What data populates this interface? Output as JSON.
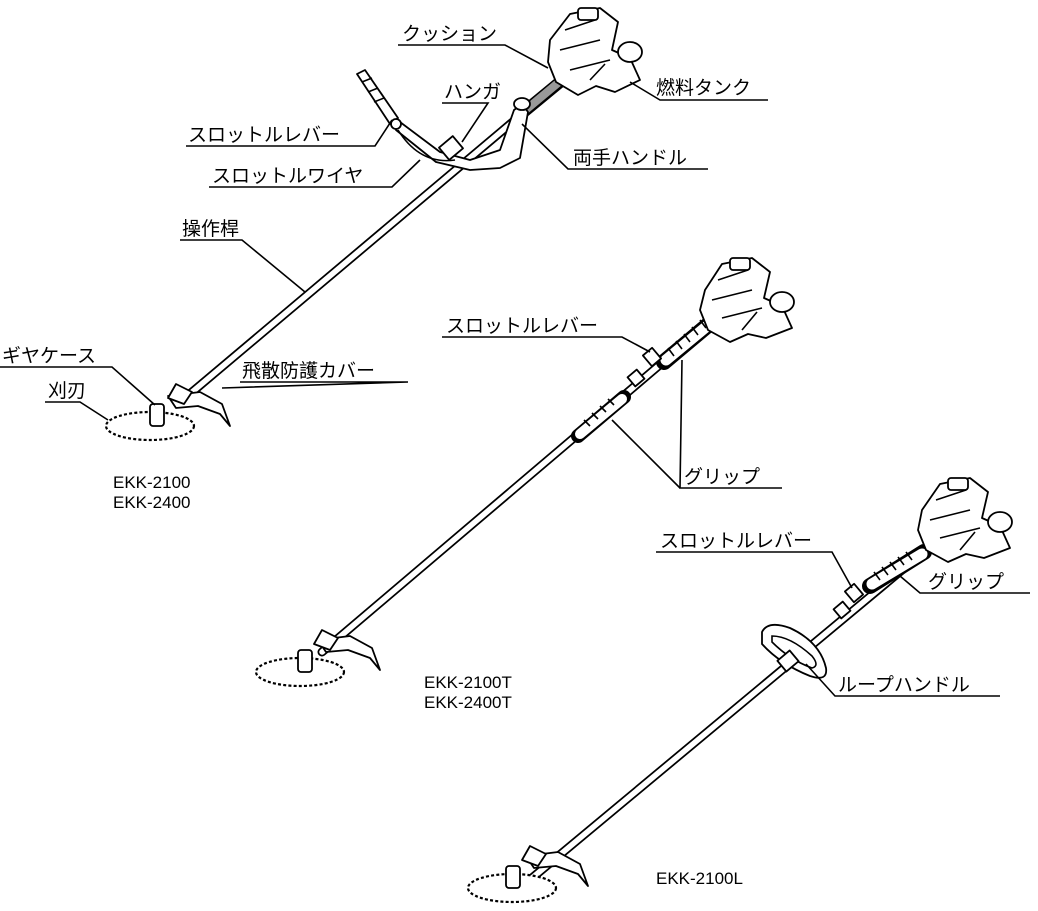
{
  "labels": {
    "cushion": "クッション",
    "fuel_tank": "燃料タンク",
    "hanger": "ハンガ",
    "throttle_lever": "スロットルレバー",
    "both_hand_handle": "両手ハンドル",
    "throttle_wire": "スロットルワイヤ",
    "operating_rod": "操作桿",
    "gear_case": "ギヤケース",
    "blade": "刈刃",
    "scatter_guard": "飛散防護カバー",
    "throttle_lever_2": "スロットルレバー",
    "grip": "グリップ",
    "throttle_lever_3": "スロットルレバー",
    "grip_2": "グリップ",
    "loop_handle": "ループハンドル"
  },
  "models": {
    "m1_line1": "EKK-2100",
    "m1_line2": "EKK-2400",
    "m2_line1": "EKK-2100T",
    "m2_line2": "EKK-2400T",
    "m3_line1": "EKK-2100L"
  }
}
